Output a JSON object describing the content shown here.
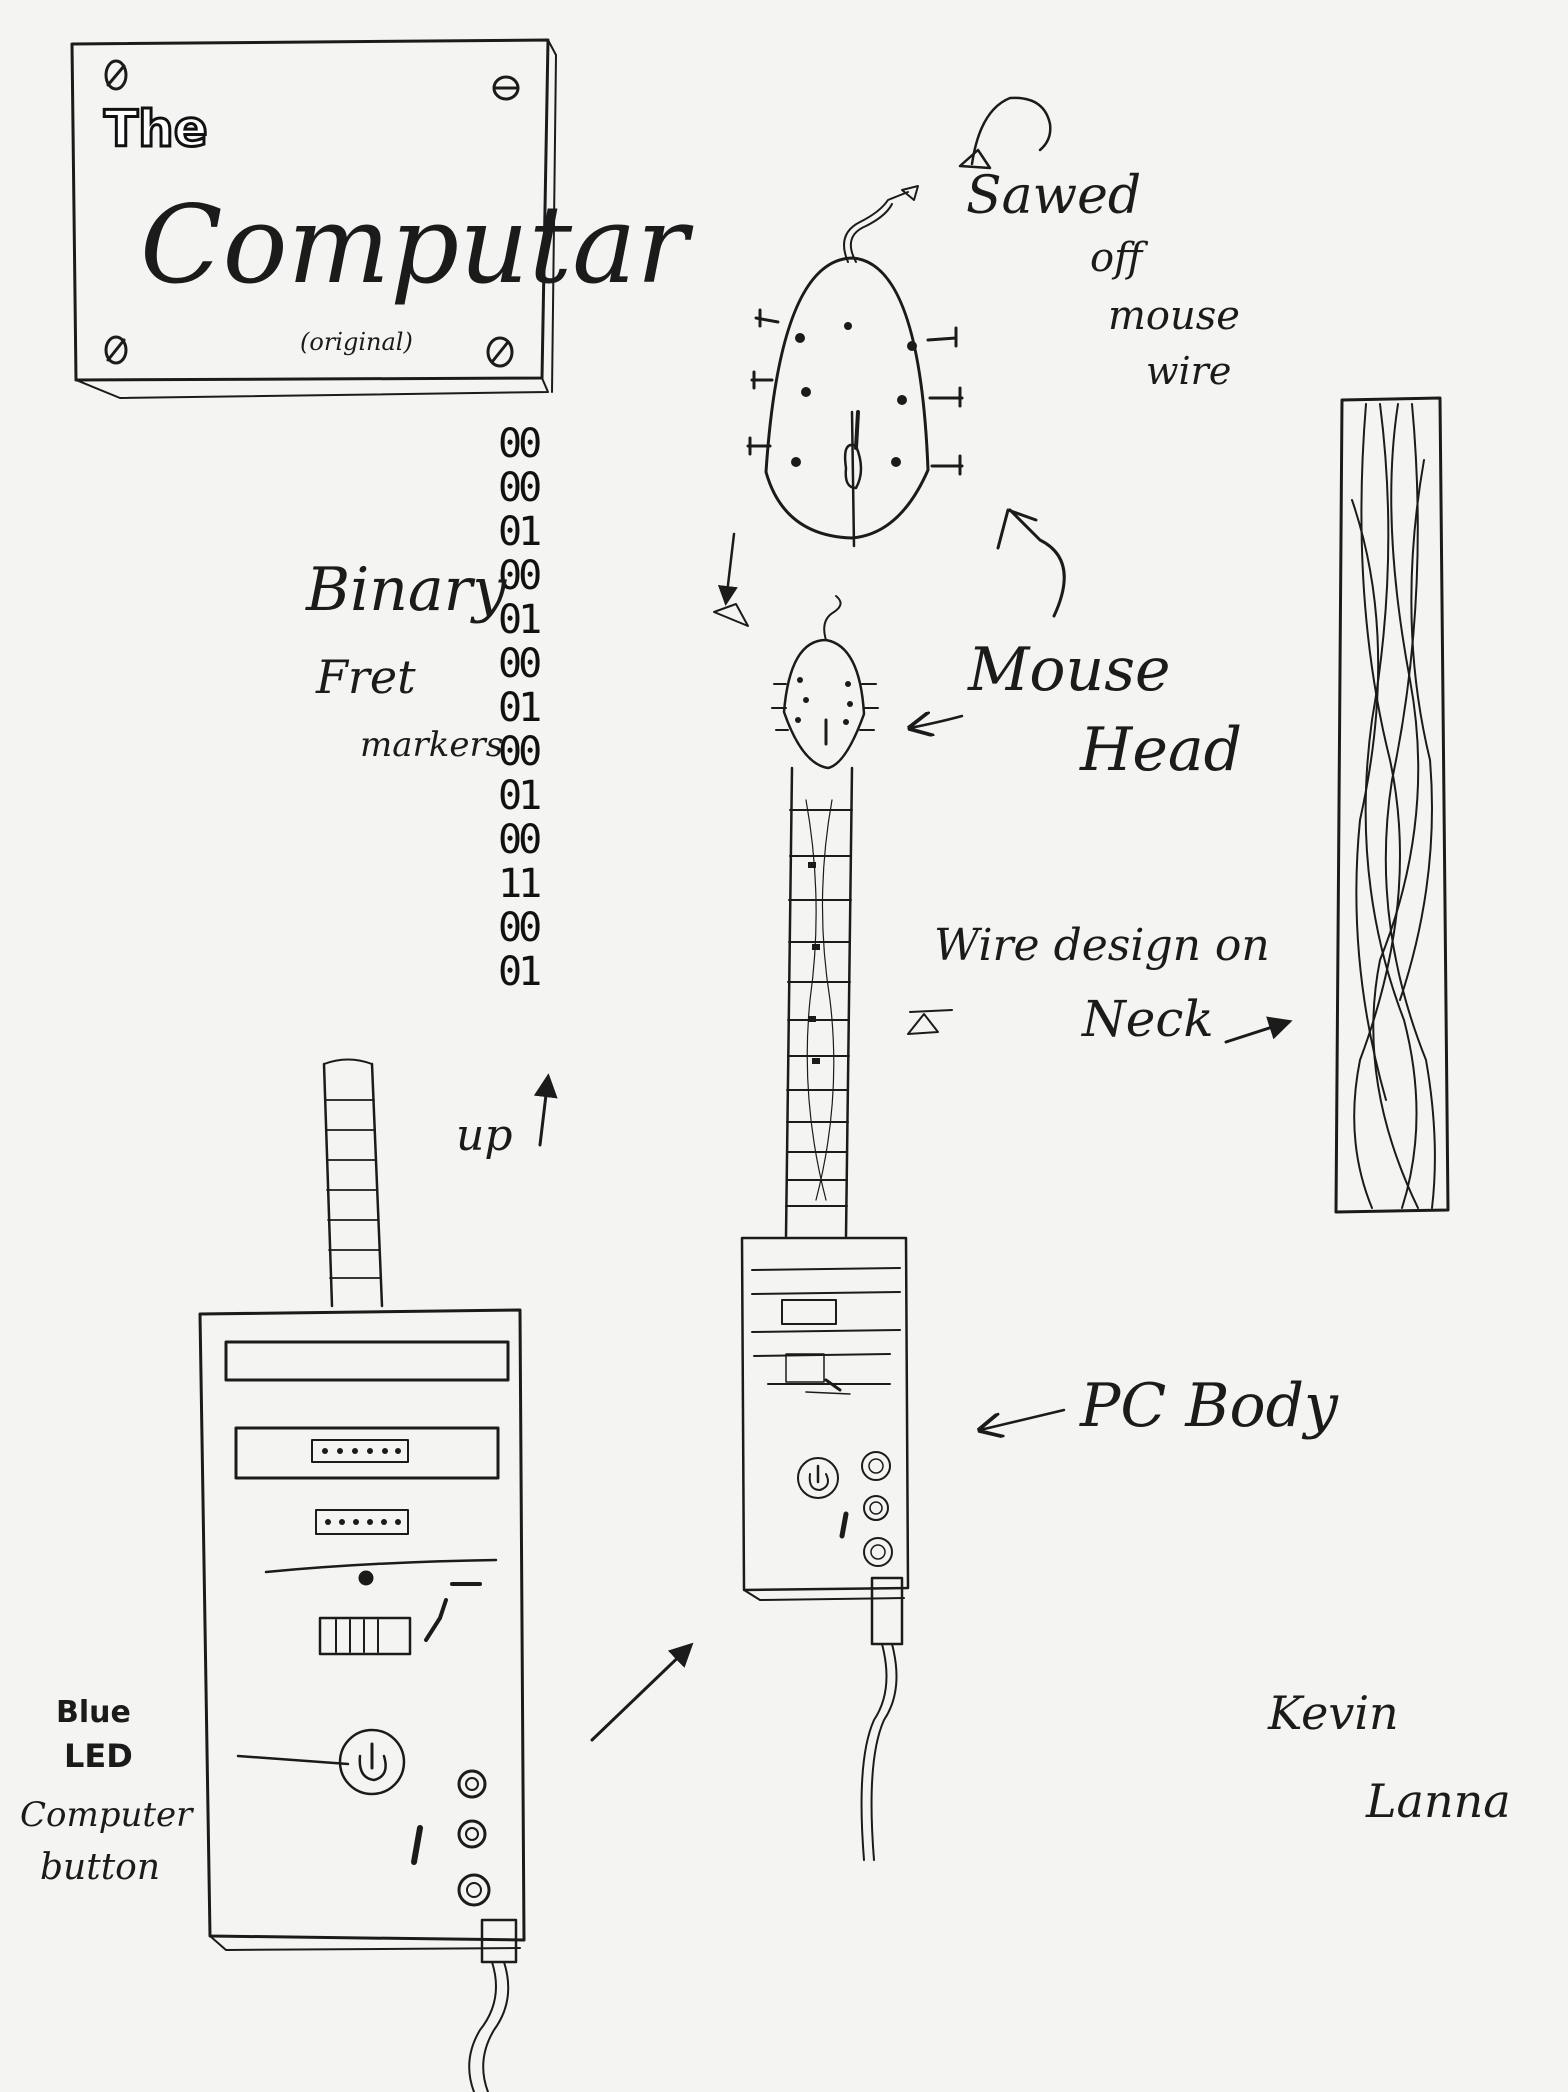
{
  "title_box": {
    "the": "The",
    "main": "Computar",
    "note": "(original)"
  },
  "binary_label": {
    "lines": [
      "Binary",
      "Fret",
      "markers"
    ]
  },
  "binary_markers": [
    "00",
    "00",
    "01",
    "00",
    "01",
    "00",
    "01",
    "00",
    "01",
    "00",
    "11",
    "00",
    "01"
  ],
  "up_label": "up",
  "mouse_wire_label": {
    "lines": [
      "Sawed",
      "off",
      "mouse",
      "wire"
    ]
  },
  "mouse_head_label": {
    "lines": [
      "Mouse",
      "Head"
    ]
  },
  "wire_design_label": {
    "lines": [
      "Wire design on",
      "Neck"
    ]
  },
  "pc_body_label": "PC Body",
  "blue_led_label": {
    "lines": [
      "Blue",
      "LED",
      "Computer",
      "button"
    ]
  },
  "signature": {
    "first": "Kevin",
    "last": "Lanna"
  }
}
